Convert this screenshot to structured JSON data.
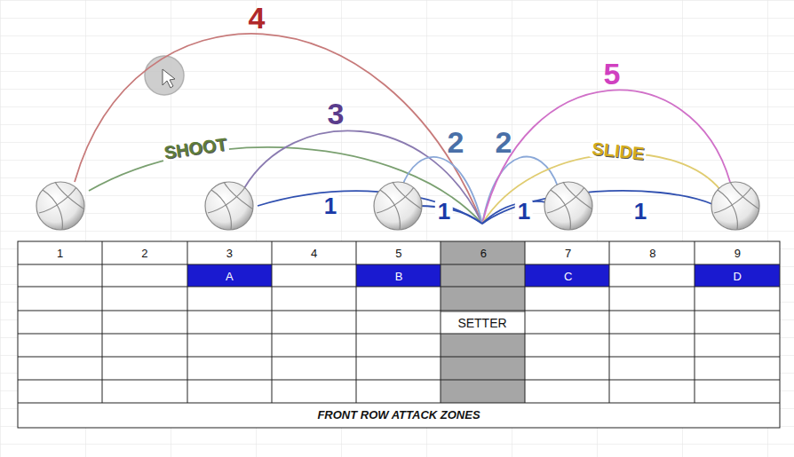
{
  "diagram": {
    "labels": [
      "4",
      "SHOOT",
      "3",
      "2",
      "2",
      "SLIDE",
      "5",
      "1",
      "1",
      "1",
      "1",
      "1",
      "2",
      "3",
      "4",
      "5",
      "6",
      "7",
      "8",
      "9",
      "A",
      "B",
      "C",
      "D",
      "SETTER",
      "FRONT ROW ATTACK ZONES"
    ]
  }
}
